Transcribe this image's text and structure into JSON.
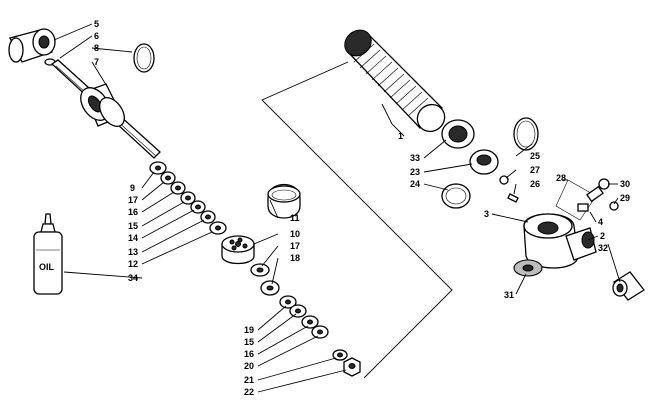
{
  "diagram": {
    "oil_bottle_label": "OIL",
    "callouts": {
      "c1": "1",
      "c2": "2",
      "c3": "3",
      "c4": "4",
      "c5": "5",
      "c6": "6",
      "c7": "7",
      "c8": "8",
      "c9": "9",
      "c10": "10",
      "c11": "11",
      "c12": "12",
      "c13": "13",
      "c14": "14",
      "c15a": "15",
      "c15b": "15",
      "c16a": "16",
      "c16b": "16",
      "c17a": "17",
      "c17b": "17",
      "c18": "18",
      "c19": "19",
      "c20": "20",
      "c21": "21",
      "c22": "22",
      "c23": "23",
      "c24": "24",
      "c25": "25",
      "c26": "26",
      "c27": "27",
      "c28": "28",
      "c29": "29",
      "c30": "30",
      "c31": "31",
      "c32": "32",
      "c33": "33",
      "c34": "34"
    }
  }
}
